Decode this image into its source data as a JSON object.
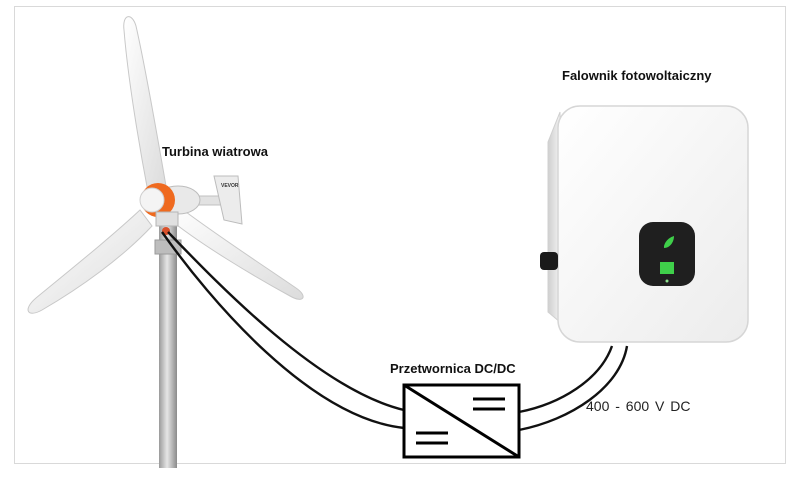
{
  "labels": {
    "turbine": "Turbina wiatrowa",
    "inverter": "Falownik fotowoltaiczny",
    "converter": "Przetwornica DC/DC",
    "voltage": "400 - 600 V  DC"
  },
  "turbine_brand": "VEVOR",
  "colors": {
    "hub_accent": "#ef6a1f",
    "inverter_display": "#1f1f1f",
    "inverter_screen": "#3fcf4a",
    "cable": "#111111"
  }
}
